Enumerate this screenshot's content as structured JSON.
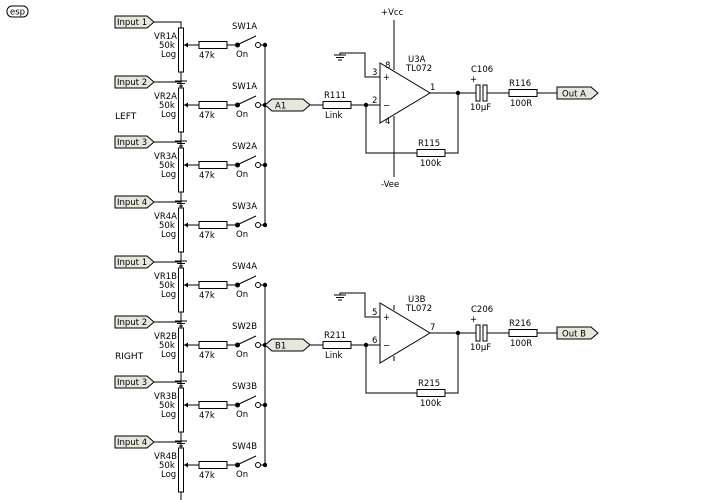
{
  "logo": "esp",
  "channels": [
    {
      "side_label": "LEFT",
      "bus_label": "A1",
      "inputs": [
        {
          "label": "Input 1",
          "pot": "VR1A",
          "switch": "SW1A"
        },
        {
          "label": "Input 2",
          "pot": "VR2A",
          "switch": "SW1A"
        },
        {
          "label": "Input 3",
          "pot": "VR3A",
          "switch": "SW2A"
        },
        {
          "label": "Input 4",
          "pot": "VR4A",
          "switch": "SW3A"
        }
      ],
      "series_res": {
        "name": "R111",
        "value": "Link"
      },
      "opamp": {
        "name": "U3A",
        "part": "TL072",
        "pin_noninv": "3",
        "pin_inv": "2",
        "pin_out": "1",
        "pin_vcc": "8",
        "pin_vee": "4"
      },
      "feedback": {
        "name": "R115",
        "value": "100k"
      },
      "cap": {
        "name": "C106",
        "value": "10µF",
        "polarity": "+"
      },
      "out_res": {
        "name": "R116",
        "value": "100R"
      },
      "output": "Out A"
    },
    {
      "side_label": "RIGHT",
      "bus_label": "B1",
      "inputs": [
        {
          "label": "Input 1",
          "pot": "VR1B",
          "switch": "SW4A"
        },
        {
          "label": "Input 2",
          "pot": "VR2B",
          "switch": "SW2B"
        },
        {
          "label": "Input 3",
          "pot": "VR3B",
          "switch": "SW3B"
        },
        {
          "label": "Input 4",
          "pot": "VR4B",
          "switch": "SW4B"
        }
      ],
      "series_res": {
        "name": "R211",
        "value": "Link"
      },
      "opamp": {
        "name": "U3B",
        "part": "TL072",
        "pin_noninv": "5",
        "pin_inv": "6",
        "pin_out": "7"
      },
      "feedback": {
        "name": "R215",
        "value": "100k"
      },
      "cap": {
        "name": "C206",
        "value": "10µF",
        "polarity": "+"
      },
      "out_res": {
        "name": "R216",
        "value": "100R"
      },
      "output": "Out B"
    }
  ],
  "pot_value": "50k",
  "pot_taper": "Log",
  "mix_res": "47k",
  "switch_state": "On",
  "supply": {
    "vcc": "+Vcc",
    "vee": "-Vee"
  }
}
